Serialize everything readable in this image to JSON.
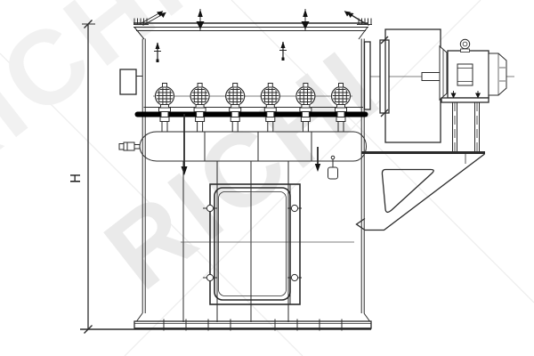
{
  "labels": {
    "height_dimension": "H"
  },
  "watermark": {
    "text": "RICHI",
    "color": "#eaeaea"
  },
  "colors": {
    "line": "#2b2b2b",
    "heavy_band": "#000000",
    "centerline": "#555555",
    "background": "#ffffff"
  },
  "drawing": {
    "valve_cx": [
      185,
      224.6,
      264.2,
      303.8,
      343.4,
      383
    ],
    "tank_seam_x": [
      230,
      290,
      350
    ],
    "compartment_line_x": [
      206,
      244,
      282,
      324
    ],
    "anchor_bolt_tick_x": [
      184,
      209,
      234,
      259,
      309,
      334,
      359,
      384
    ]
  }
}
